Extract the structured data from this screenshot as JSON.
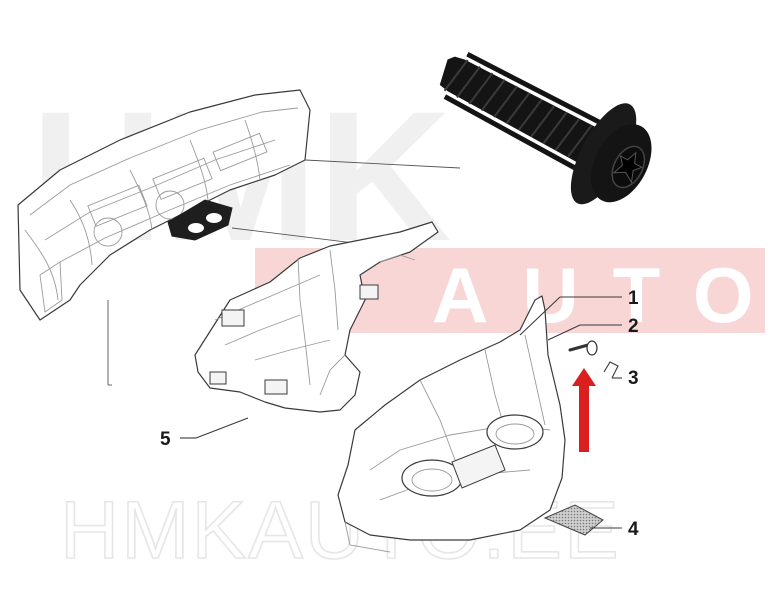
{
  "watermark": {
    "top_text": "HMK",
    "sub_text": "AUTO",
    "bottom_text": "HMKAUTO.EE",
    "band_color": "#f8d6d6"
  },
  "callouts": [
    {
      "number": "1"
    },
    {
      "number": "2"
    },
    {
      "number": "3"
    },
    {
      "number": "4"
    },
    {
      "number": "5"
    }
  ],
  "colors": {
    "arrow": "#d91f1f",
    "screw": "#141414"
  },
  "icons": {
    "screw_photo": "torx-screw-icon",
    "pointer": "red-arrow-icon"
  }
}
